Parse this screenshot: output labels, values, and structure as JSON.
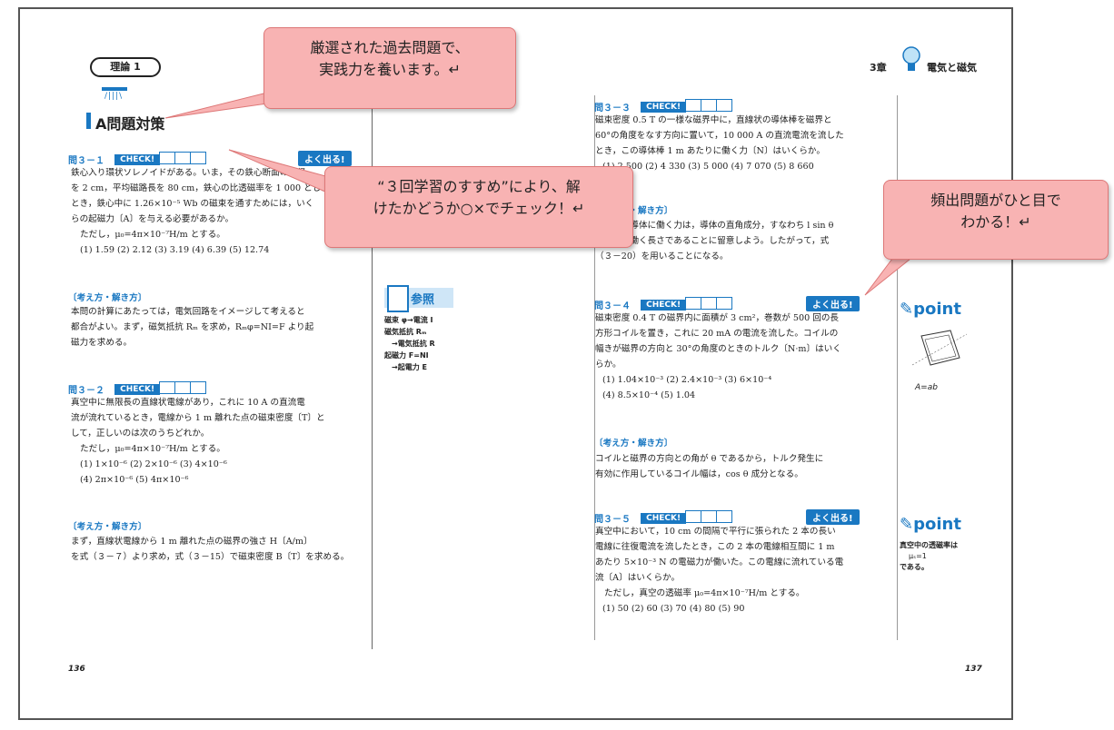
{
  "left_page": {
    "tag": "理論 1",
    "heading": "A問題対策",
    "page_number": "136",
    "q31": {
      "label": "問３－１",
      "check": "CHECK!",
      "badge": "よく出る!",
      "line1": "鉄心入り環状ソレノイドがある。いま，その鉄心断面の半径",
      "line2": "を 2 cm，平均磁路長を 80 cm，鉄心の比透磁率を 1 000 とした",
      "line3": "とき，鉄心中に 1.26×10⁻⁵ Wb の磁束を通すためには，いく",
      "line4": "らの起磁力〔A〕を与える必要があるか。",
      "line5": "ただし，μ₀=4π×10⁻⁷H/m とする。",
      "choices": "(1)  1.59     (2)  2.12     (3)  3.19     (4)  6.39     (5)  12.74"
    },
    "sol1": {
      "title": "〔考え方・解き方〕",
      "line1": "本問の計算にあたっては，電気回路をイメージして考えると",
      "line2": "都合がよい。まず，磁気抵抗 Rₘ を求め，Rₘφ=NI=F より起",
      "line3": "磁力を求める。"
    },
    "q32": {
      "label": "問３－２",
      "check": "CHECK!",
      "line1": "真空中に無限長の直線状電線があり，これに 10 A の直流電",
      "line2": "流が流れているとき，電線から 1 m 離れた点の磁束密度〔T〕と",
      "line3": "して，正しいのは次のうちどれか。",
      "line4": "ただし，μ₀=4π×10⁻⁷H/m とする。",
      "choices1": "(1)  1×10⁻⁶       (2)  2×10⁻⁶       (3)  4×10⁻⁶",
      "choices2": "(4)  2π×10⁻⁶      (5)  4π×10⁻⁶"
    },
    "sol2": {
      "title": "〔考え方・解き方〕",
      "line1": "まず，直線状電線から 1 m 離れた点の磁界の強さ H〔A/m〕",
      "line2": "を式（３－７）より求め，式（３－15）で磁束密度 B〔T〕を求める。"
    }
  },
  "reference": {
    "title": "参照",
    "items": [
      "磁束 φ→電流 I",
      "磁気抵抗 Rₘ",
      "　→電気抵抗 R",
      "起磁力 F=NI",
      "　→起電力 E"
    ]
  },
  "right_page": {
    "chapter": "3章",
    "chapter_title": "電気と磁気",
    "page_number": "137",
    "q33": {
      "label": "問３－３",
      "check": "CHECK!",
      "line1": "磁束密度 0.5 T の一様な磁界中に，直線状の導体棒を磁界と",
      "line2": "60°の角度をなす方向に置いて，10 000 A の直流電流を流した",
      "line3": "とき，この導体棒 1 m あたりに働く力〔N〕はいくらか。",
      "choices": "(1)  2 500    (2)  4 330    (3)  5 000    (4)  7 070    (5)  8 660"
    },
    "sol3": {
      "title": "〔考え方・解き方〕",
      "line1": "磁界中の導体に働く力は，導体の直角成分，すなわち l sin θ",
      "line2": "が有効に働く長さであることに留意しよう。したがって，式",
      "line3": "（３－20）を用いることになる。"
    },
    "q34": {
      "label": "問３－４",
      "check": "CHECK!",
      "badge": "よく出る!",
      "line1": "磁束密度 0.4 T の磁界内に面積が 3 cm²，巻数が 500 回の長",
      "line2": "方形コイルを置き，これに 20 mA の電流を流した。コイルの",
      "line3": "幅きが磁界の方向と 30°の角度のときのトルク〔N·m〕はいく",
      "line4": "らか。",
      "choices1": "(1)  1.04×10⁻³      (2)  2.4×10⁻³      (3)  6×10⁻⁴",
      "choices2": "(4)  8.5×10⁻⁴       (5)  1.04"
    },
    "sol4": {
      "title": "〔考え方・解き方〕",
      "line1": "コイルと磁界の方向との角が θ であるから，トルク発生に",
      "line2": "有効に作用しているコイル幅は，cos θ 成分となる。"
    },
    "q35": {
      "label": "問３－５",
      "check": "CHECK!",
      "badge": "よく出る!",
      "line1": "真空中において，10 cm の間隔で平行に張られた 2 本の長い",
      "line2": "電線に往復電流を流したとき，この 2 本の電線相互間に 1 m",
      "line3": "あたり 5×10⁻³ N の電磁力が働いた。この電線に流れている電",
      "line4": "流〔A〕はいくらか。",
      "line5": "ただし，真空の透磁率 μ₀=4π×10⁻⁷H/m とする。",
      "choices": "(1)  50     (2)  60     (3)  70     (4)  80     (5)  90"
    },
    "point1": {
      "title": "point",
      "formula": "A=ab"
    },
    "point2": {
      "title": "point",
      "line1": "真空中の透磁率は",
      "line2": "μₛ=1",
      "line3": "である。"
    }
  },
  "callouts": {
    "c1": "厳選された過去問題で、\n実践力を養います。↵",
    "c2": "“３回学習のすすめ”により、解\nけたかどうか○×でチェック！↵",
    "c3": "頻出問題がひと目で\nわかる！↵"
  },
  "colors": {
    "accent": "#1a78c2",
    "callout": "#f8b3b3"
  }
}
